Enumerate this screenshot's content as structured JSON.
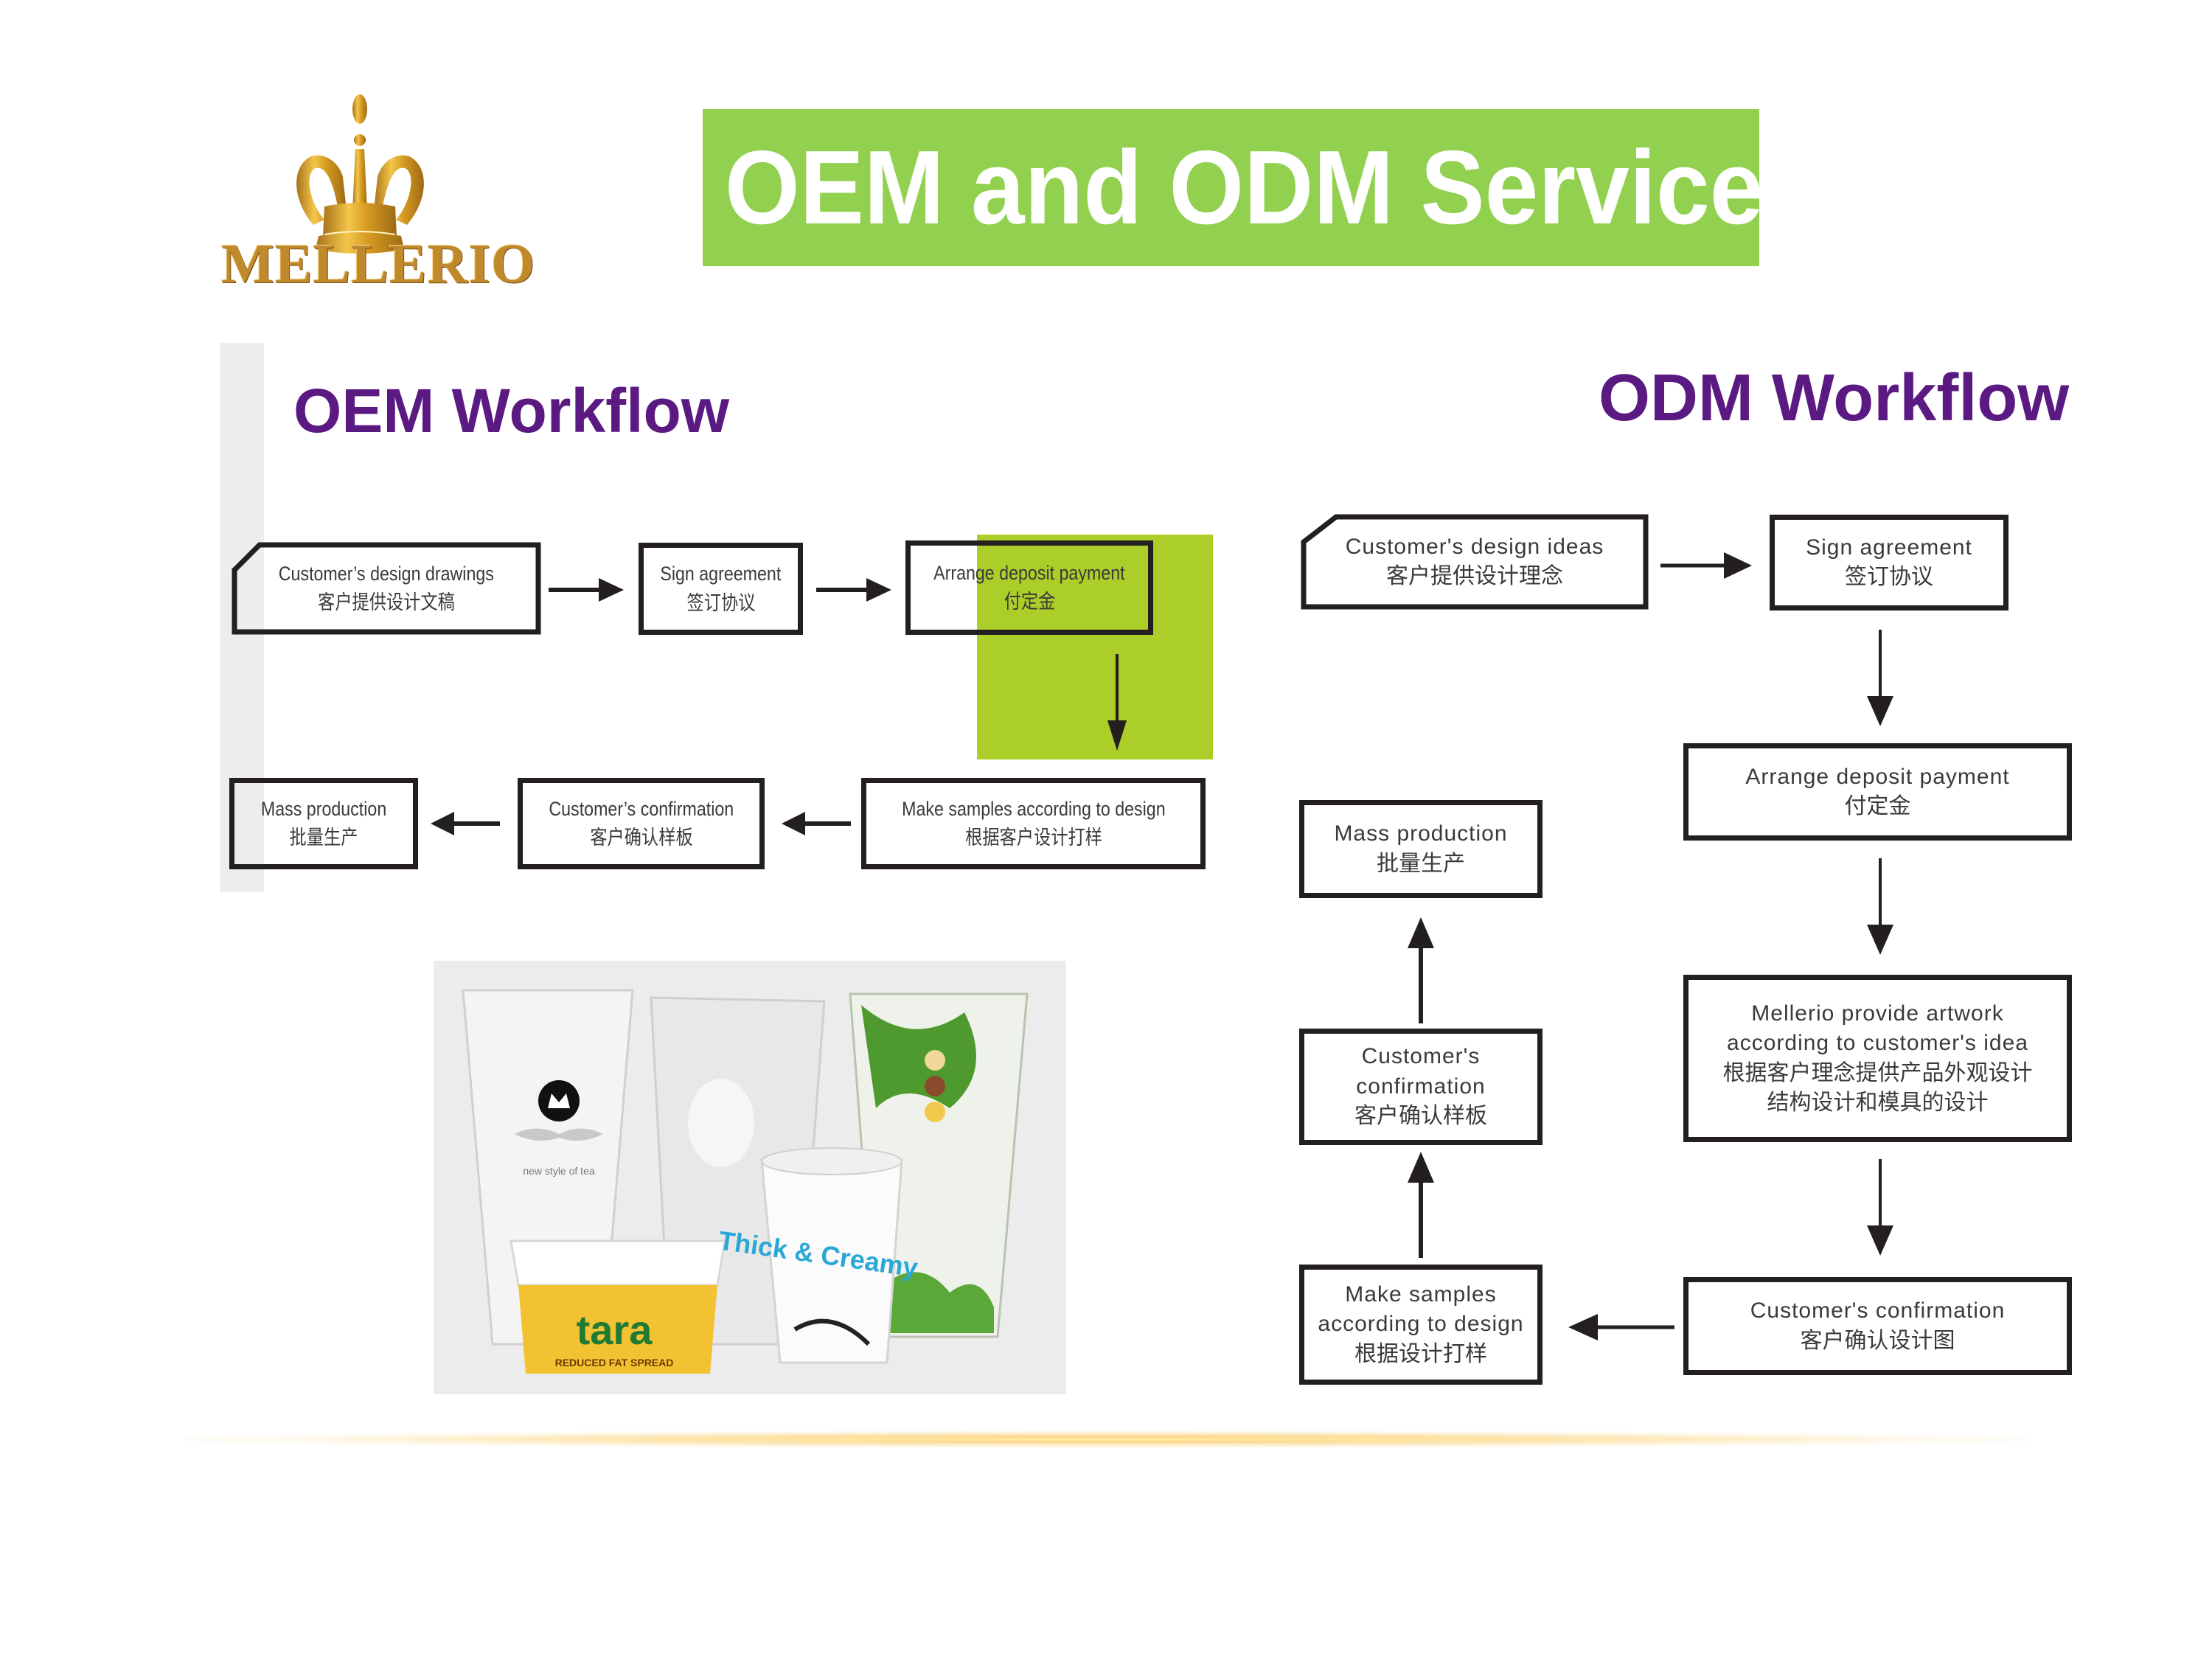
{
  "brand": {
    "name": "MELLERIO",
    "logo_icon": "crown-icon"
  },
  "title": "OEM and ODM Service",
  "colors": {
    "banner": "#92d050",
    "heading": "#5b1a82",
    "accent_block": "#a8cc1f",
    "logo_gold": "#c08a2c",
    "box_border": "#231f20"
  },
  "oem": {
    "title": "OEM Workflow",
    "steps": [
      {
        "en": "Customer’s design drawings",
        "zh": "客户提供设计文稿"
      },
      {
        "en": "Sign agreement",
        "zh": "签订协议"
      },
      {
        "en": "Arrange deposit payment",
        "zh": "付定金"
      },
      {
        "en": "Make samples according to design",
        "zh": "根据客户设计打样"
      },
      {
        "en": "Customer’s confirmation",
        "zh": "客户确认样板"
      },
      {
        "en": "Mass production",
        "zh": "批量生产"
      }
    ]
  },
  "odm": {
    "title": "ODM Workflow",
    "steps": [
      {
        "en": "Customer's design ideas",
        "zh": "客户提供设计理念"
      },
      {
        "en": "Sign agreement",
        "zh": "签订协议"
      },
      {
        "en": "Arrange deposit payment",
        "zh": "付定金"
      },
      {
        "en1": "Mellerio provide artwork",
        "en2": "according to customer's idea",
        "zh1": "根据客户理念提供产品外观设计",
        "zh2": "结构设计和模具的设计"
      },
      {
        "en": "Customer's confirmation",
        "zh": "客户确认设计图"
      },
      {
        "en1": "Make samples",
        "en2": "according to design",
        "zh": "根据设计打样"
      },
      {
        "en1": "Customer's",
        "en2": "confirmation",
        "zh": "客户确认样板"
      },
      {
        "en": "Mass production",
        "zh": "批量生产"
      }
    ]
  },
  "photo": {
    "alt": "Sample plastic cups and containers",
    "labels": {
      "tub_brand": "tara",
      "tub_subtitle": "REDUCED FAT SPREAD",
      "cup_brand": "Thick & Creamy",
      "cup_text": "new style of tea"
    }
  }
}
